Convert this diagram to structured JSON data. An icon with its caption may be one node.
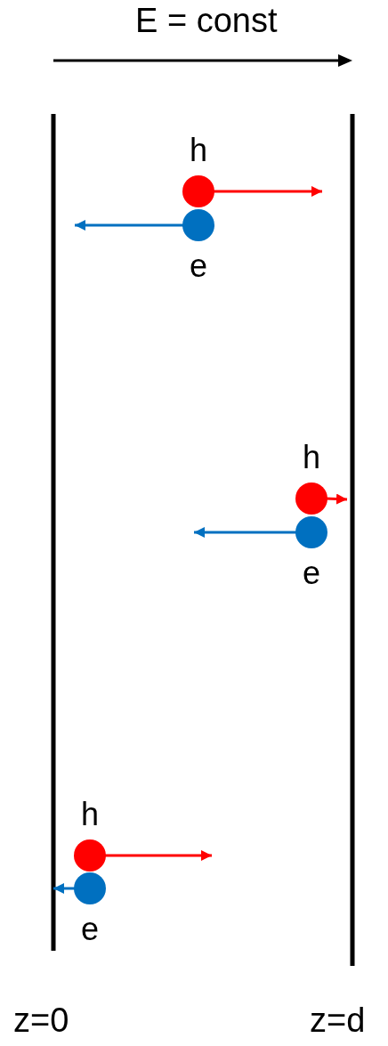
{
  "diagram": {
    "nodes": [
      {
        "text": [
          "h"
        ]
      },
      {
        "text": [
          "e"
        ]
      },
      {
        "text": [
          "h"
        ]
      },
      {
        "text": [
          "e"
        ]
      },
      {
        "text": [
          "h"
        ]
      },
      {
        "text": [
          "e"
        ]
      }
    ],
    "edges": [
      {
        "from": 0,
        "to": null,
        "arrow": "to",
        "color": "#ff0000"
      },
      {
        "from": 1,
        "to": null,
        "arrow": "to",
        "color": "#0070c0"
      },
      {
        "from": 2,
        "to": null,
        "arrow": "to",
        "color": "#ff0000"
      },
      {
        "from": 3,
        "to": null,
        "arrow": "to",
        "color": "#0070c0"
      },
      {
        "from": 4,
        "to": null,
        "arrow": "to",
        "color": "#ff0000"
      },
      {
        "from": 5,
        "to": null,
        "arrow": "to",
        "color": "#0070c0"
      }
    ],
    "labels": [
      "E = const",
      "z=0",
      "z=d"
    ]
  }
}
